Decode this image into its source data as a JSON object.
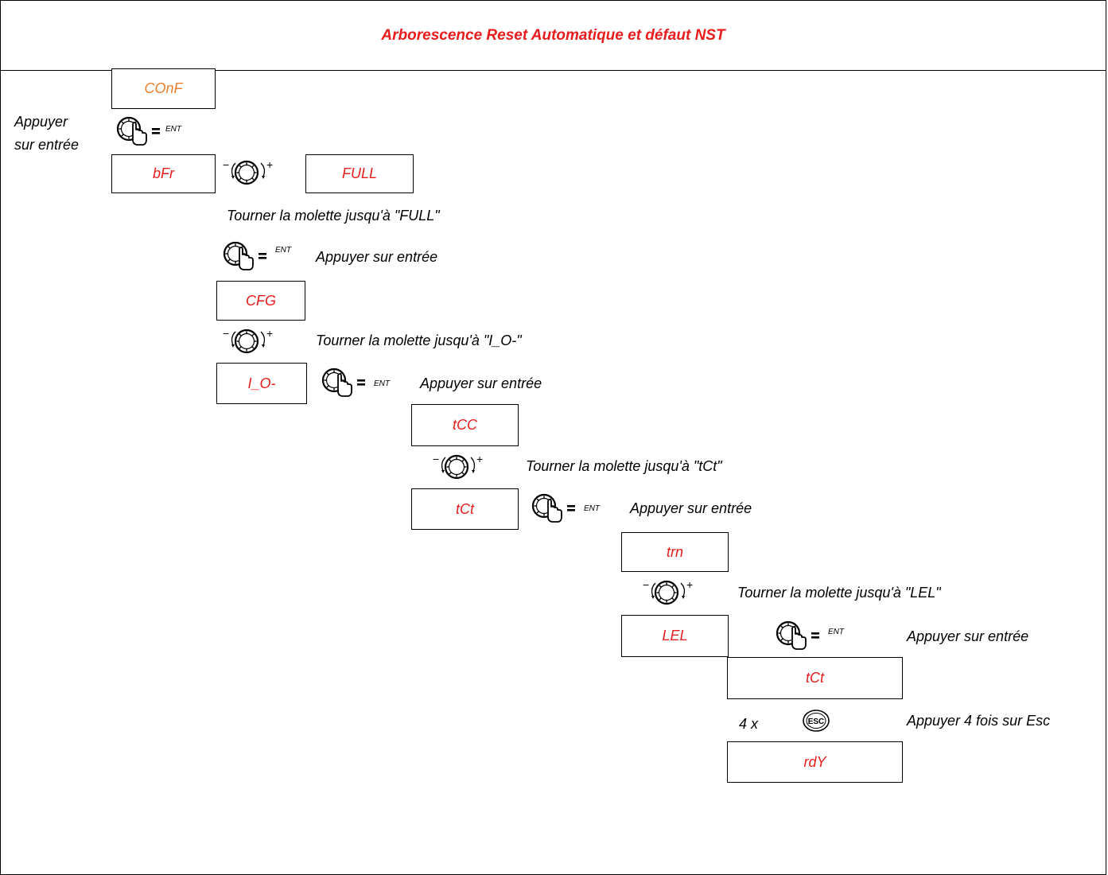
{
  "title": "Arborescence Reset Automatique et défaut NST",
  "colors": {
    "value_text": "#e81c1c",
    "conf_text": "#e97f2c",
    "title_text": "#e81c1c",
    "border": "#000000"
  },
  "icons": {
    "press": "dial-press-enter-icon",
    "turn": "dial-turn-icon",
    "esc": "esc-button-icon"
  },
  "ent_label": "ENT",
  "boxes": {
    "conf": "COnF",
    "bfr": "bFr",
    "full": "FULL",
    "cfg": "CFG",
    "io": "I_O-",
    "tcc": "tCC",
    "tct1": "tCt",
    "trn": "trn",
    "lel": "LEL",
    "tct2": "tCt",
    "rdy": "rdY"
  },
  "notes": {
    "appuyer_line1": "Appuyer",
    "appuyer_line2": "sur entrée",
    "turn_full": "Tourner la molette jusqu'à \"FULL\"",
    "enter_1": "Appuyer sur entrée",
    "turn_io": "Tourner la molette jusqu'à \"I_O-\"",
    "enter_2": "Appuyer sur entrée",
    "turn_tct": "Tourner la molette jusqu'à \"tCt\"",
    "enter_3": "Appuyer sur entrée",
    "turn_lel": "Tourner la molette jusqu'à \"LEL\"",
    "enter_4": "Appuyer sur entrée",
    "four_x": "4 x",
    "esc_4": "Appuyer 4 fois sur Esc"
  }
}
